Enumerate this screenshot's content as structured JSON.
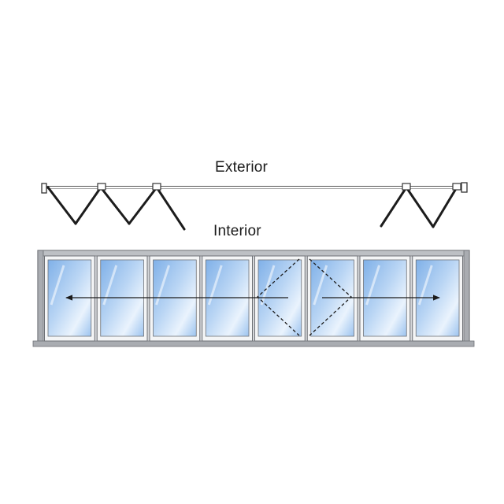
{
  "labels": {
    "exterior": "Exterior",
    "interior": "Interior"
  },
  "diagram": {
    "panel_count": 8,
    "swing_panels": [
      4,
      5
    ],
    "slide_directions": [
      "left",
      "right"
    ],
    "colors": {
      "frame": "#a9acb1",
      "frame_dark": "#6e7176",
      "glass_light": "#eaf3fd",
      "glass_mid": "#b9d5f4",
      "glass_dark": "#7fb0e8",
      "line": "#1c1c1c"
    }
  }
}
